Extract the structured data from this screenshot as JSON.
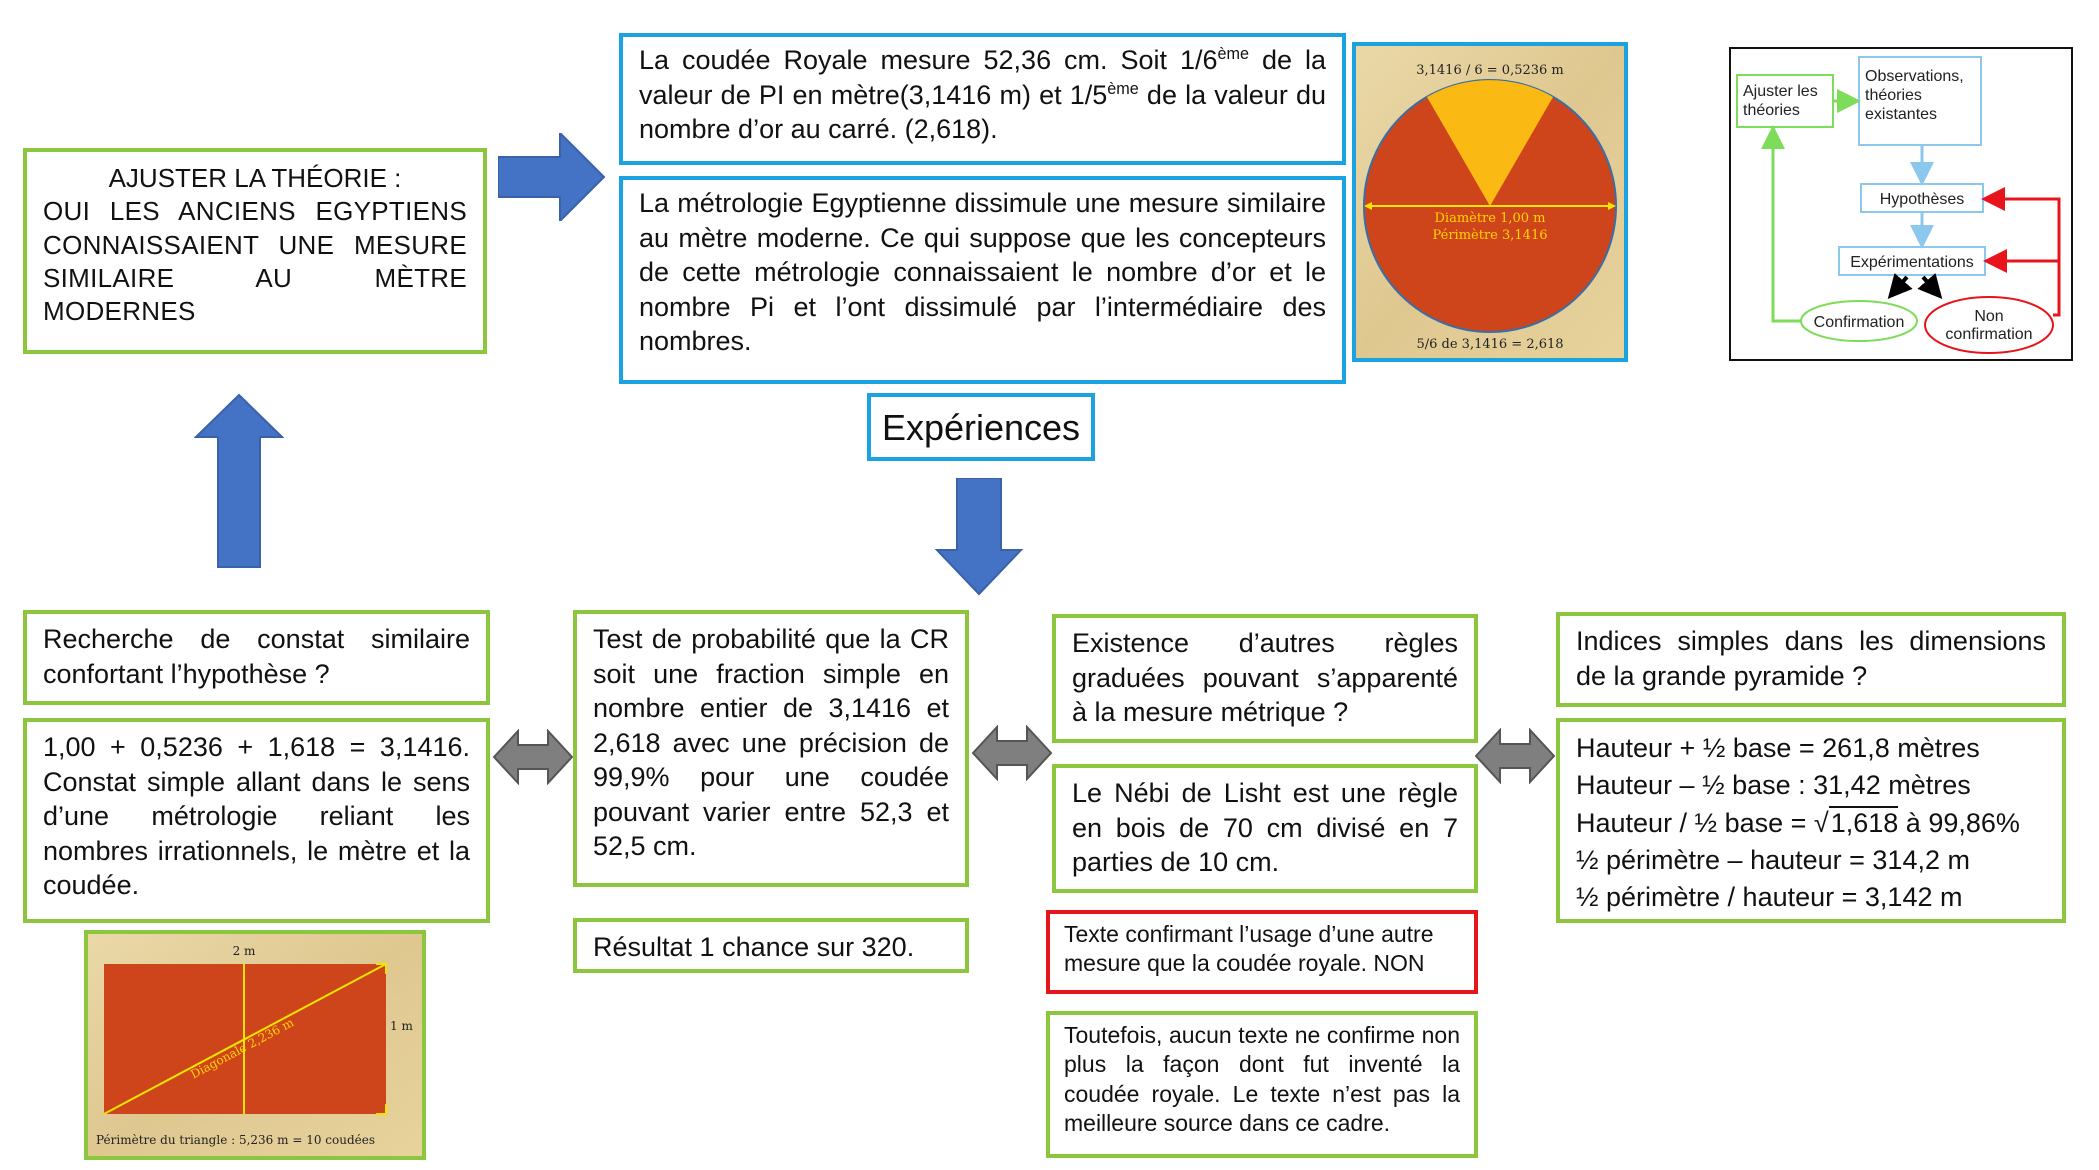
{
  "theory_box": {
    "line1": "AJUSTER LA THÉORIE :",
    "line2": "OUI LES ANCIENS EGYPTIENS CONNAISSAIENT UNE MESURE SIMILAIRE AU MÈTRE MODERNES"
  },
  "coudee_box": {
    "t1": "La coudée Royale mesure 52,36 cm. Soit 1/6",
    "sup1": "ème",
    "t2": " de la valeur de PI en mètre(3,1416 m) et 1/5",
    "sup2": "ème",
    "t3": " de la valeur du nombre d’or au carré. (2,618)."
  },
  "metrology_box": {
    "text": "La métrologie Egyptienne dissimule une mesure similaire au mètre moderne. Ce qui suppose que les concepteurs de cette métrologie connaissaient le nombre d’or et le nombre Pi et l’ont dissimulé par l’intermédiaire des nombres."
  },
  "circle_figure": {
    "top_label": "3,1416 / 6 = 0,5236 m",
    "diameter_label": "Diamètre 1,00 m",
    "perimeter_label": "Périmètre 3,1416",
    "bottom_label": "5/6 de 3,1416 = 2,618"
  },
  "method_diagram": {
    "adjust": [
      "Ajuster les",
      "théories"
    ],
    "observations": [
      "Observations,",
      "théories",
      "existantes"
    ],
    "hypotheses": "Hypothèses",
    "experiments": "Expérimentations",
    "confirmation": "Confirmation",
    "non_confirmation": [
      "Non",
      "confirmation"
    ],
    "colors": {
      "green": "#7ddc5a",
      "blue": "#8cc8ee",
      "red": "#e8141c"
    }
  },
  "experiences_label": "Expériences",
  "search_box": {
    "text": "Recherche de constat similaire confortant l’hypothèse ?"
  },
  "constat_box": {
    "text": "1,00 + 0,5236 + 1,618 = 3,1416. Constat simple allant dans le sens d’une métrologie reliant les nombres irrationnels, le mètre et la coudée."
  },
  "rect_figure": {
    "width_label": "2 m",
    "height_label": "1 m",
    "diagonal_label": "Diagonale 2,236 m",
    "perimeter_label": "Périmètre du triangle : 5,236 m = 10 coudées"
  },
  "probability_box": {
    "text": "Test de probabilité que la CR soit une fraction simple en nombre entier de 3,1416 et 2,618 avec une précision de 99,9% pour une coudée pouvant varier entre 52,3 et 52,5 cm."
  },
  "result_box": {
    "text": "Résultat 1 chance sur 320."
  },
  "rules_box": {
    "text": "Existence d’autres règles graduées pouvant s’apparenté à la mesure métrique ?"
  },
  "nebi_box": {
    "text": "Le Nébi de Lisht est une règle en bois de 70 cm divisé en 7 parties de 10 cm."
  },
  "text_confirm_box": {
    "text": "Texte confirmant l’usage d’une autre mesure que la coudée royale. NON"
  },
  "however_box": {
    "text": "Toutefois, aucun texte ne confirme non plus la façon dont fut inventé la coudée royale. Le texte n’est pas la meilleure source dans ce cadre."
  },
  "pyramid_question_box": {
    "text": "Indices simples dans les dimensions de la grande pyramide ?"
  },
  "pyramid_box": {
    "l1": "Hauteur + ½ base = 261,8 mètres",
    "l2": "Hauteur – ½ base : 31,42 mètres",
    "l3a": "Hauteur / ½ base = √",
    "l3b": "1,618",
    "l3c": " à 99,86%",
    "l4": "½ périmètre – hauteur = 314,2 m",
    "l5": "½ périmètre / hauteur = 3,142 m"
  }
}
